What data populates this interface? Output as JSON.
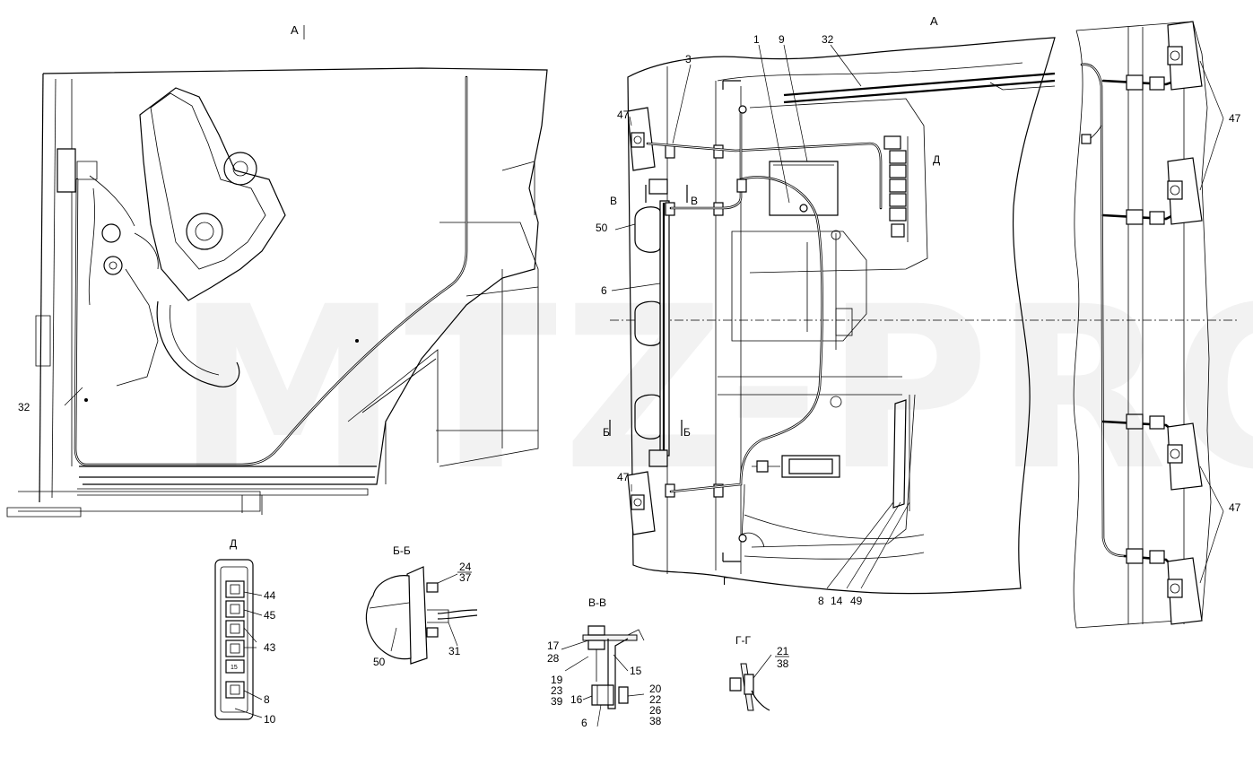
{
  "watermark": "MTZ-PRO",
  "views": {
    "left_view_title": "А",
    "main_view_title": "А",
    "detail_d_title": "Д",
    "section_bb_title": "Б-Б",
    "section_vv_title": "В-В",
    "section_gg_title": "Г-Г"
  },
  "section_marks": {
    "v_left": "В",
    "v_right": "В",
    "b_left": "Б",
    "b_right": "Б",
    "g_bottom": "Г",
    "d_mark": "Д"
  },
  "callouts": {
    "left_view": [
      "32"
    ],
    "main_view": [
      "3",
      "1",
      "9",
      "32",
      "47",
      "50",
      "6",
      "47",
      "8",
      "14",
      "49"
    ],
    "right_panel": [
      "47",
      "47"
    ],
    "detail_d": [
      "44",
      "45",
      "43",
      "8",
      "10"
    ],
    "detail_d_switch_text": "15",
    "section_bb": [
      "24",
      "37",
      "31",
      "50"
    ],
    "section_vv": [
      "17",
      "28",
      "19",
      "23",
      "39",
      "16",
      "6",
      "15",
      "20",
      "22",
      "26",
      "38"
    ],
    "section_gg": [
      "21",
      "38"
    ]
  }
}
